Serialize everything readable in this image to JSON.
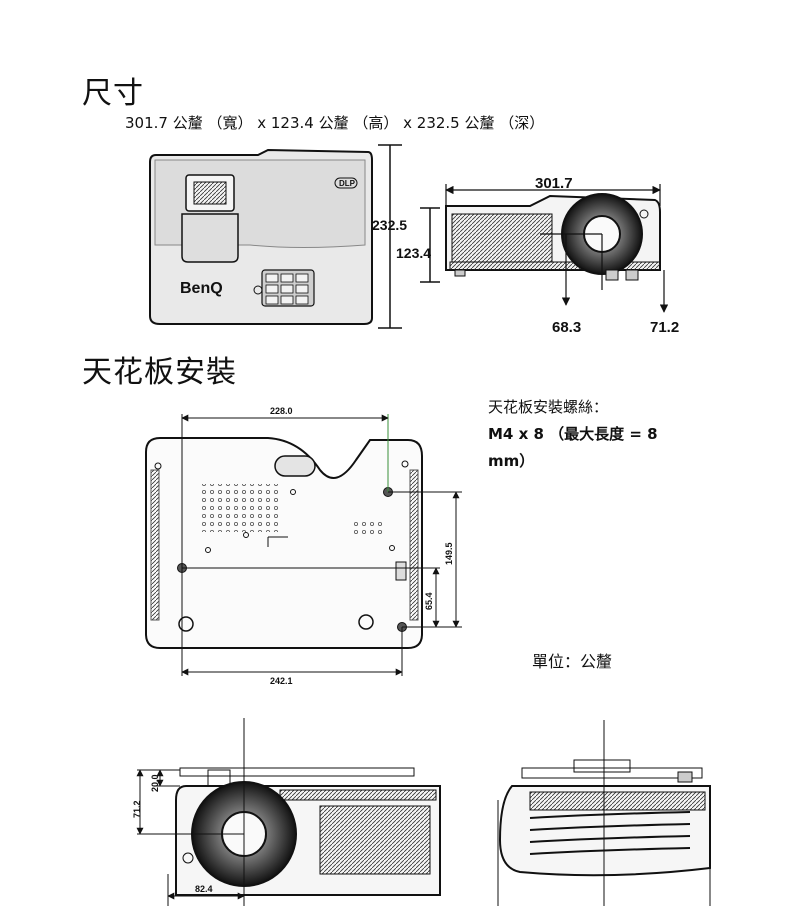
{
  "section1": {
    "title": "尺寸",
    "subtitle": "301.7 公釐 （寬） x 123.4 公釐 （高） x 232.5 公釐 （深）",
    "top_view": {
      "brand": "BenQ",
      "dlp": "DLP"
    },
    "dims": {
      "width": "301.7",
      "depth": "232.5",
      "height": "123.4",
      "lens_offset": "68.3",
      "foot_offset": "71.2"
    }
  },
  "section2": {
    "title": "天花板安裝",
    "screw_title": "天花板安裝螺絲：",
    "screw_spec": "M4 x 8 （最大長度 = 8",
    "screw_unit": "mm）",
    "unit_label": "單位：公釐",
    "dims": {
      "top_width": "228.0",
      "bottom_width": "242.1",
      "right_height": "149.5",
      "right_small": "65.4"
    }
  },
  "section3": {
    "dims": {
      "left_outer": "71.2",
      "left_inner": "20.0",
      "bottom": "82.4"
    }
  }
}
